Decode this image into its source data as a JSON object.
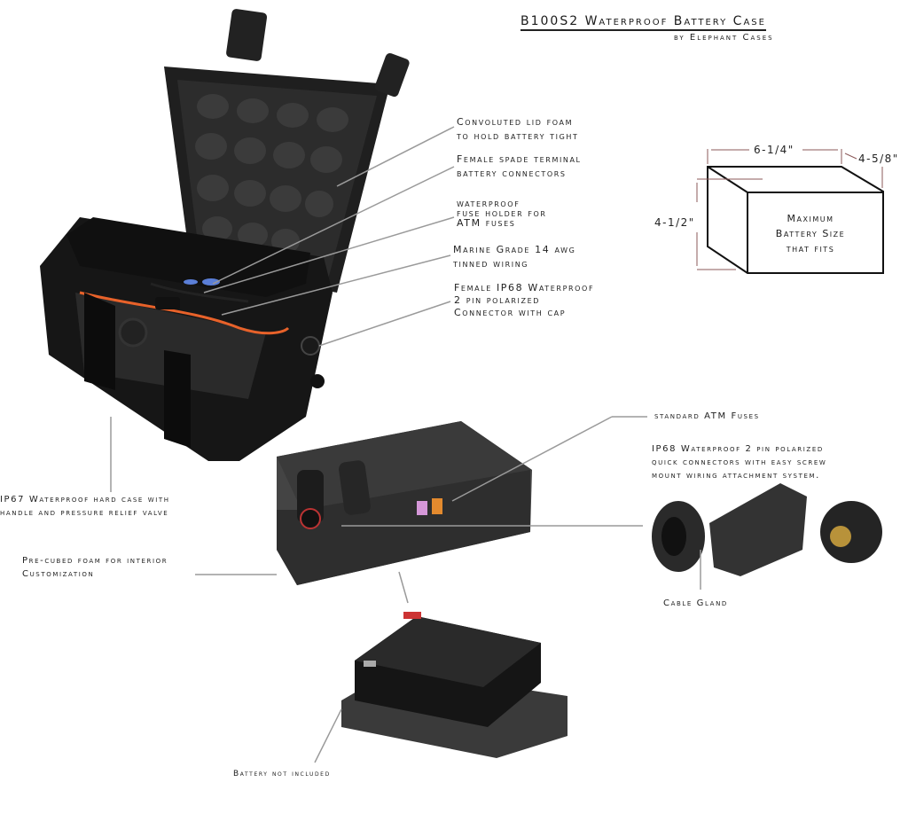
{
  "header": {
    "title": "B100S2 Waterproof Battery Case",
    "subtitle": "by Elephant Cases"
  },
  "callouts": {
    "lid_foam": [
      "Convoluted lid foam",
      "to hold battery tight"
    ],
    "spade": [
      "Female spade terminal",
      "battery connectors"
    ],
    "fuse_holder": [
      "waterproof",
      "fuse holder for",
      "ATM fuses"
    ],
    "wiring": [
      "Marine Grade 14 awg",
      "tinned wiring"
    ],
    "connector": [
      "Female IP68 Waterproof",
      "2 pin polarized",
      "Connector with cap"
    ],
    "atm_fuses": [
      "standard ATM Fuses"
    ],
    "quick_connectors": [
      "IP68 Waterproof 2 pin polarized",
      "quick connectors with easy screw",
      "mount wiring attachment system."
    ],
    "hard_case": [
      "IP67 Waterproof hard case with",
      "handle and pressure relief valve"
    ],
    "foam": [
      "Pre-cubed foam for interior",
      "Customization"
    ],
    "cable_gland": [
      "Cable Gland"
    ],
    "battery": [
      "Battery not included"
    ]
  },
  "battery_size": {
    "width": "6-1/4\"",
    "depth": "4-5/8\"",
    "height": "4-1/2\"",
    "label": [
      "Maximum",
      "Battery Size",
      "that fits"
    ]
  },
  "colors": {
    "case": "#1c1c1c",
    "foam": "#3a3a3a",
    "wire": "#e8622a",
    "line": "#9a9a9a",
    "dim_line": "#8b5a5a"
  }
}
